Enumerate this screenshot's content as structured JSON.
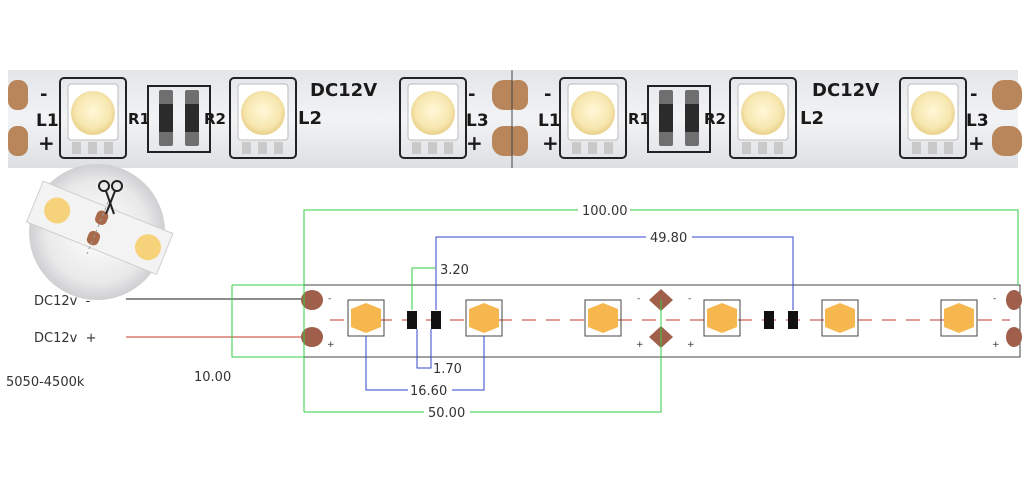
{
  "strip_photo": {
    "voltage_marking": "DC12V",
    "led_labels": [
      "L1",
      "L2",
      "L3"
    ],
    "resistor_labels": [
      "R1",
      "R2"
    ],
    "polarity_minus": "-",
    "polarity_plus": "+"
  },
  "wiring": {
    "negative_label": "DC12v  -",
    "positive_label": "DC12v  +",
    "negative_color": "#1a1a1a",
    "positive_color": "#c0392b"
  },
  "product_label": "5050-4500k",
  "dimensions": {
    "total_length": "100.00",
    "segment_pitch": "49.80",
    "resistor_width": "3.20",
    "resistor_gap": "1.70",
    "led_pitch": "16.60",
    "strip_width": "10.00",
    "cut_pitch": "50.00"
  },
  "drawing_polarity": {
    "minus": "-",
    "plus": "+"
  },
  "colors": {
    "led_fill": "#f6b74f",
    "pad_fill": "#a05f4a",
    "dim_green": "#33cc44",
    "dim_blue": "#3344cc",
    "pcb_white": "#eef0f2",
    "pad_copper": "#b8865a"
  }
}
